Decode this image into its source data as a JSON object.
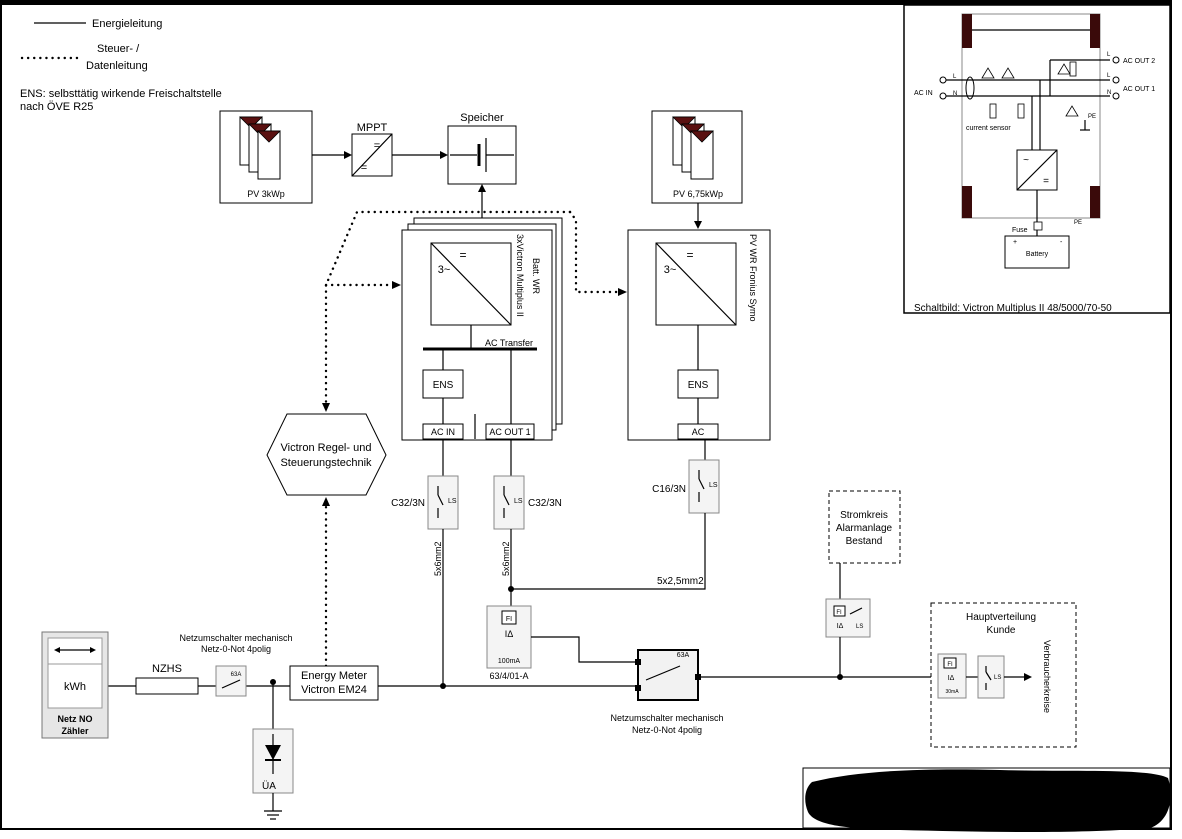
{
  "legend": {
    "power_line": "Energieleitung",
    "control_line_1": "Steuer- /",
    "control_line_2": "Datenleitung",
    "ens_note_1": "ENS: selbsttätig wirkende Freischaltstelle",
    "ens_note_2": "nach ÖVE R25"
  },
  "pv1": {
    "label": "PV 3kWp"
  },
  "mppt": {
    "label": "MPPT",
    "symbol": "="
  },
  "storage": {
    "label": "Speicher"
  },
  "pv2": {
    "label": "PV 6,75kWp"
  },
  "batt_inverter": {
    "title": "Batt. WR",
    "subtitle": "3xVictron Multiplus II",
    "symbol_ac": "3~",
    "symbol_dc": "=",
    "transfer": "AC Transfer",
    "ens": "ENS",
    "ac_in": "AC IN",
    "ac_out": "AC OUT 1"
  },
  "pv_inverter": {
    "title": "PV WR Fronius Symo",
    "symbol_ac": "3~",
    "symbol_dc": "=",
    "ens": "ENS",
    "ac": "AC"
  },
  "control": {
    "line1": "Victron Regel- und",
    "line2": "Steuerungstechnik"
  },
  "breakers": {
    "ls1": "C32/3N",
    "ls2": "C32/3N",
    "ls3": "C16/3N",
    "ls_symbol": "LS"
  },
  "cables": {
    "c1": "5x6mm2",
    "c2": "5x6mm2",
    "c3": "5x2,5mm2"
  },
  "alarm": {
    "line1": "Stromkreis",
    "line2": "Alarmanlage",
    "line3": "Bestand"
  },
  "main_dist": {
    "line1": "Hauptverteilung",
    "line2": "Kunde",
    "consumers": "Verbraucherkreise"
  },
  "meter": {
    "kwh": "kWh",
    "line1": "Netz NO",
    "line2": "Zähler"
  },
  "nzhs": {
    "label": "NZHS"
  },
  "switch1": {
    "line1": "Netzumschalter mechanisch",
    "line2": "Netz-0-Not 4polig",
    "rating": "63A"
  },
  "energy_meter": {
    "line1": "Energy Meter",
    "line2": "Victron EM24"
  },
  "rcd": {
    "fi": "FI",
    "idn": "IΔ",
    "rating": "100mA",
    "type": "63/4/01-A"
  },
  "switch2": {
    "line1": "Netzumschalter mechanisch",
    "line2": "Netz-0-Not 4polig",
    "rating": "63A"
  },
  "surge": {
    "label": "ÜA"
  },
  "main_rcd": {
    "fi": "FI",
    "idn": "IΔ",
    "rating": "30mA",
    "ls": "LS"
  },
  "alarm_rcd": {
    "fi": "FI",
    "idn": "IΔ",
    "ls": "LS"
  },
  "schematic": {
    "caption": "Schaltbild: Victron Multiplus II 48/5000/70-50",
    "ac_in": "AC IN",
    "ac_out_2": "AC OUT 2",
    "ac_out_1": "AC OUT 1",
    "l": "L",
    "n": "N",
    "pe": "PE",
    "current_sensor": "current sensor",
    "fuse": "Fuse",
    "battery": "Battery",
    "tilde": "~",
    "eq": "=",
    "plus": "+",
    "minus": "-"
  },
  "colors": {
    "pv_cell": "#5a1010",
    "redaction": "#000000",
    "frame": "#000000"
  }
}
